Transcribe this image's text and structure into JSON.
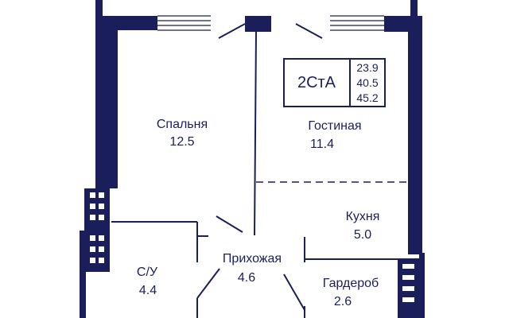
{
  "apartment": {
    "type_code": "2СтА",
    "areas": [
      "23.9",
      "40.5",
      "45.2"
    ]
  },
  "rooms": {
    "bedroom": {
      "name": "Спальня",
      "area": "12.5"
    },
    "living": {
      "name": "Гостиная",
      "area": "11.4"
    },
    "kitchen": {
      "name": "Кухня",
      "area": "5.0"
    },
    "hallway": {
      "name": "Прихожая",
      "area": "4.6"
    },
    "bathroom": {
      "name": "С/У",
      "area": "4.4"
    },
    "wardrobe": {
      "name": "Гардероб",
      "area": "2.6"
    }
  },
  "colors": {
    "wall": "#1a1f5c",
    "background": "#ffffff"
  }
}
